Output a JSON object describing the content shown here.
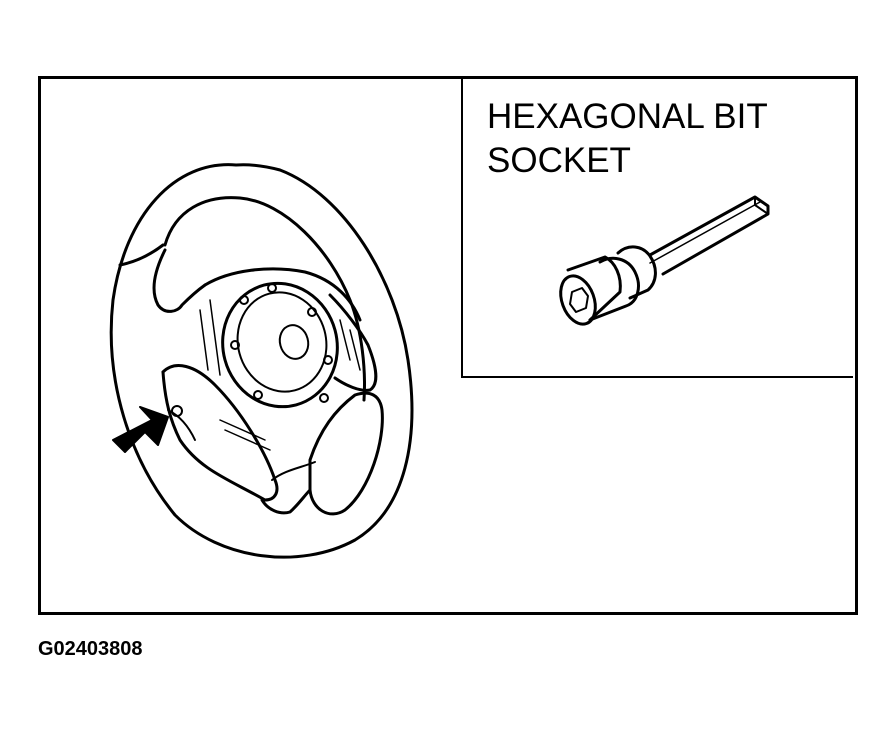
{
  "inset": {
    "label_line_1": "HEXAGONAL BIT",
    "label_line_2": "SOCKET"
  },
  "figure_id": "G02403808",
  "colors": {
    "ink": "#000000",
    "paper": "#ffffff"
  },
  "icons": {
    "pointer": "arrow-icon",
    "tool": "hexagonal-bit-socket-icon",
    "part": "steering-wheel-icon"
  }
}
